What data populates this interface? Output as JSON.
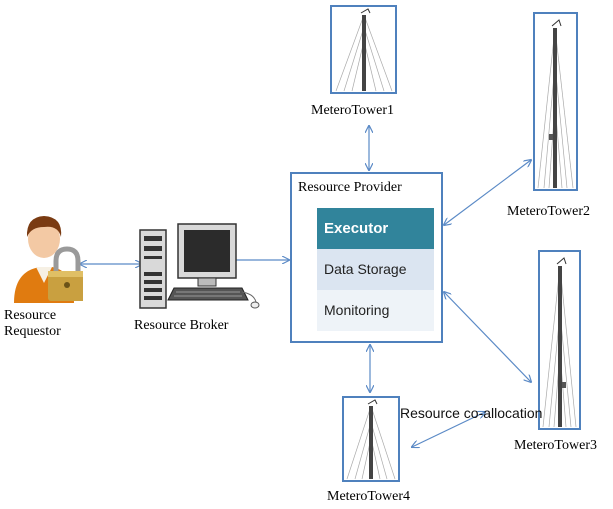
{
  "requestor": {
    "label_line1": "Resource",
    "label_line2": "Requestor"
  },
  "broker": {
    "label": "Resource Broker"
  },
  "provider": {
    "title": "Resource Provider",
    "executor": "Executor",
    "storage": "Data Storage",
    "monitoring": "Monitoring"
  },
  "towers": {
    "t1": "MeteroTower1",
    "t2": "MeteroTower2",
    "t3": "MeteroTower3",
    "t4": "MeteroTower4"
  },
  "coallocation": "Resource co-allocation",
  "colors": {
    "border": "#4f81bd",
    "arrow": "#5b8ac6",
    "executor": "#31849b"
  }
}
